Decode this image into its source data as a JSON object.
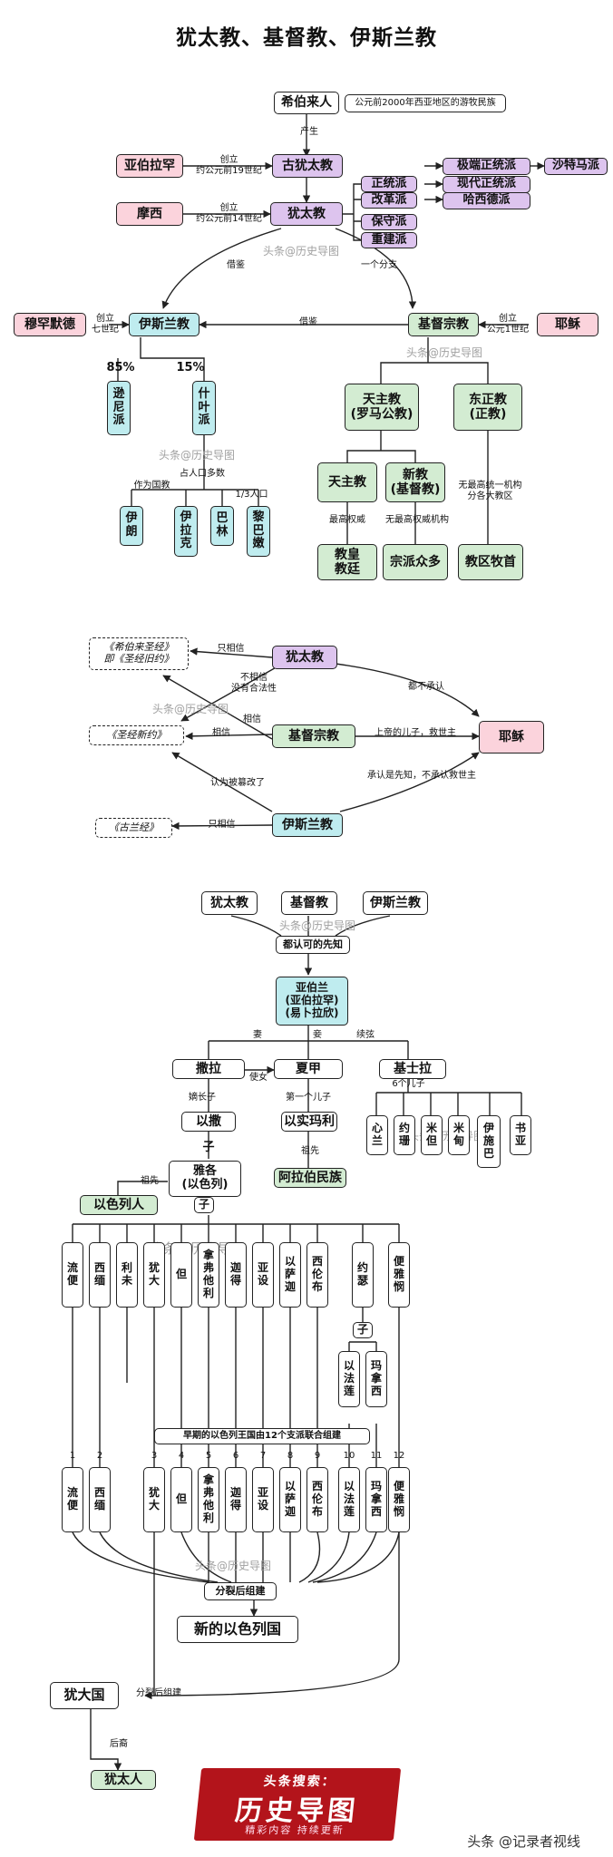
{
  "title": "犹太教、基督教、伊斯兰教",
  "watermark": "头条@历史导图",
  "part1": {
    "hebrew": "希伯来人",
    "hebrew_note": "公元前2000年西亚地区的游牧民族",
    "produce": "产生",
    "abraham": "亚伯拉罕",
    "founded1": "创立\n约公元前19世纪",
    "ancient": "古犹太教",
    "moses": "摩西",
    "founded2": "创立\n约公元前14世纪",
    "judaism": "犹太教",
    "orthodox": "正统派",
    "reform": "改革派",
    "conservative": "保守派",
    "reconstruct": "重建派",
    "ultra": "极端正统派",
    "satmar": "沙特马派",
    "modern": "现代正统派",
    "hasidic": "哈西德派",
    "borrow1": "借鉴",
    "branch": "一个分支",
    "borrow2": "借鉴",
    "muhammad": "穆罕默德",
    "founded3": "创立\n七世纪",
    "islam": "伊斯兰教",
    "christ": "基督宗教",
    "founded4": "创立\n公元1世纪",
    "jesus": "耶稣",
    "p85": "85%",
    "p15": "15%",
    "sunni": "逊\n尼\n派",
    "shia": "什\n叶\n派",
    "majority": "占人口多数",
    "state": "作为国教",
    "third": "1/3人口",
    "iran": "伊\n朗",
    "iraq": "伊\n拉\n克",
    "bahrain": "巴\n林",
    "lebanon": "黎\n巴\n嫩",
    "catholic": "天主教\n(罗马公教)",
    "orthodox_ch": "东正教\n(正教)",
    "catholic2": "天主教",
    "protestant": "新教\n(基督教)",
    "highest": "最高权威",
    "no_highest": "无最高权威机构",
    "no_org": "无最高统一机构\n分各大教区",
    "pope": "教皇\n教廷",
    "sects": "宗派众多",
    "bishop": "教区牧首"
  },
  "part2": {
    "hebrew_bible": "《希伯来圣经》\n即《圣经旧约》",
    "new_test": "《圣经新约》",
    "quran": "《古兰经》",
    "judaism": "犹太教",
    "christ": "基督宗教",
    "islam": "伊斯兰教",
    "jesus": "耶稣",
    "only_believe1": "只相信",
    "no_legit": "不相信\n没有合法性",
    "both_deny": "都不承认",
    "believe1": "相信",
    "believe2": "相信",
    "son_god": "上帝的儿子，救世主",
    "altered": "认为被篡改了",
    "prophet": "承认是先知，不承认救世主",
    "only_believe2": "只相信"
  },
  "part3": {
    "judaism": "犹太教",
    "christ": "基督教",
    "islam": "伊斯兰教",
    "prophet": "都认可的先知",
    "abraham": "亚伯兰\n(亚伯拉罕)\n(易卜拉欣)",
    "wife": "妻",
    "concubine": "妾",
    "successor": "续弦",
    "sarah": "撒拉",
    "maid": "使女",
    "hagar": "夏甲",
    "keturah": "基士拉",
    "eldest": "嫡长子",
    "first_son": "第一个儿子",
    "six_sons": "6个儿子",
    "isaac": "以撒",
    "ishmael": "以实玛利",
    "son1": "子",
    "ancestor1": "祖先",
    "arab": "阿拉伯民族",
    "keturah_sons": [
      "心\n兰",
      "约\n珊",
      "米\n但",
      "米\n甸",
      "伊\n施\n巴",
      "书\n亚"
    ],
    "jacob": "雅各\n(以色列)",
    "son2": "子",
    "ancestor2": "祖先",
    "israelites": "以色列人",
    "sons": [
      "流\n便",
      "西\n缅",
      "利\n未",
      "犹\n大",
      "但",
      "拿\n弗\n他\n利",
      "迦\n得",
      "亚\n设",
      "以\n萨\n迦",
      "西\n伦\n布",
      "约\n瑟",
      "便\n雅\n悯"
    ],
    "joseph_son": "子",
    "ephraim": "以\n法\n莲",
    "manasseh": "玛\n拿\n西",
    "early": "早期的以色列王国由12个支派联合组建",
    "nums": [
      "1",
      "2",
      "3",
      "4",
      "5",
      "6",
      "7",
      "8",
      "9",
      "10",
      "11",
      "12"
    ],
    "tribes": [
      "流\n便",
      "西\n缅",
      "犹\n大",
      "但",
      "拿\n弗\n他\n利",
      "迦\n得",
      "亚\n设",
      "以\n萨\n迦",
      "西\n伦\n布",
      "以\n法\n莲",
      "玛\n拿\n西",
      "便\n雅\n悯"
    ],
    "split1": "分裂后组建",
    "new_israel": "新的以色列国",
    "judah": "犹大国",
    "split2": "分裂后组建",
    "descend": "后裔",
    "jews": "犹太人"
  },
  "banner": {
    "line1": "头条搜索：",
    "line2": "历史导图",
    "line3": "精彩内容 持续更新"
  },
  "credit": "头条 @记录者视线",
  "colors": {
    "pink": "#fbd3dc",
    "purple": "#ddc4ee",
    "cyan": "#bfecef",
    "green": "#d3ecd2",
    "banner": "#b3141b"
  }
}
